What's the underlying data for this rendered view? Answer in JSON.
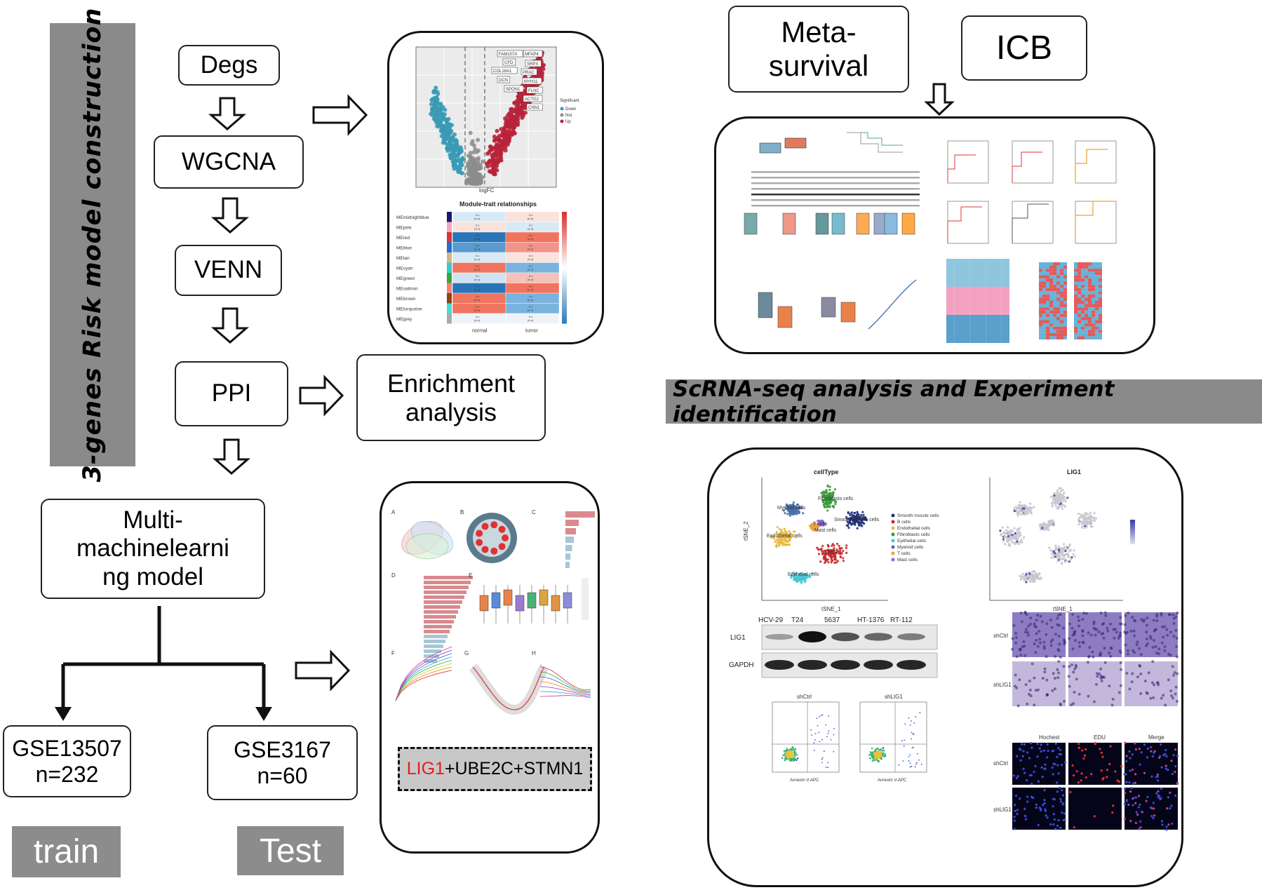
{
  "left_title": "3-genes Risk model construction",
  "right_title": "ScRNA-seq analysis and Experiment identification",
  "flow": {
    "degs": "Degs",
    "wgcna": "WGCNA",
    "venn": "VENN",
    "ppi": "PPI",
    "enrichment_line1": "Enrichment",
    "enrichment_line2": "analysis",
    "ml_line1": "Multi-",
    "ml_line2": "machinelearni",
    "ml_line3": "ng model",
    "train_set_line1": "GSE13507",
    "train_set_line2": "n=232",
    "test_set_line1": "GSE3167",
    "test_set_line2": "n=60",
    "train_label": "train",
    "test_label": "Test",
    "meta_line1": "Meta-",
    "meta_line2": "survival",
    "icb": "ICB"
  },
  "signature": {
    "gene1": "LIG1",
    "rest": "+UBE2C+STMN1",
    "gene1_color": "#e02020"
  },
  "volcano": {
    "genes": [
      "FAM107A",
      "MFAP4",
      "CFD",
      "SRPX",
      "COL16A1",
      "PRAC",
      "DCN",
      "MYH11",
      "SPON1",
      "FLNC",
      "ACTG2",
      "CNN1"
    ],
    "legend_title": "Significant",
    "legend": [
      "Down",
      "Not",
      "Up"
    ],
    "xlabel": "logFC",
    "colors": {
      "down": "#3a9ab5",
      "not": "#8c8c8c",
      "up": "#b8243a"
    }
  },
  "heatmap": {
    "title": "Module-trait relationships",
    "modules": [
      "MEmidnightblue",
      "MEpink",
      "MEred",
      "MEblue",
      "MEtan",
      "MEcyan",
      "MEgreen",
      "MEsalmon",
      "MEbrown",
      "MEturquoise",
      "MEgrey"
    ],
    "columns": [
      "normal",
      "tumor"
    ]
  },
  "tsne": {
    "title1": "cellType",
    "title2": "LIG1",
    "xlabel": "tSNE_1",
    "ylabel": "tSNE_2",
    "legend": [
      "Smooth muscle cells",
      "B cells",
      "Endothelial cells",
      "Fibroblasts cells",
      "Epithelial cells",
      "Myeloid cells",
      "T cells",
      "Mast cells"
    ],
    "cluster_labels": [
      "Fibroblasts cells",
      "Myeloid cells",
      "Smooth muscle cells",
      "T cells",
      "Mast cells",
      "Endothelial cells",
      "B cells",
      "Epithelial cells"
    ]
  },
  "western": {
    "lines": [
      "HCV-29",
      "T24",
      "5637",
      "HT-1376",
      "RT-112"
    ],
    "rows": [
      "LIG1",
      "GAPDH"
    ]
  },
  "transwell": {
    "rows": [
      "shCtrl",
      "shLIG1"
    ]
  },
  "edu": {
    "cols": [
      "Hochest",
      "EDU",
      "Merge"
    ],
    "rows": [
      "shCtrl",
      "shLIG1"
    ]
  },
  "flow_cyto": {
    "panels": [
      "shCtrl",
      "shLIG1"
    ],
    "xlabel": "Annexin V-APC"
  }
}
